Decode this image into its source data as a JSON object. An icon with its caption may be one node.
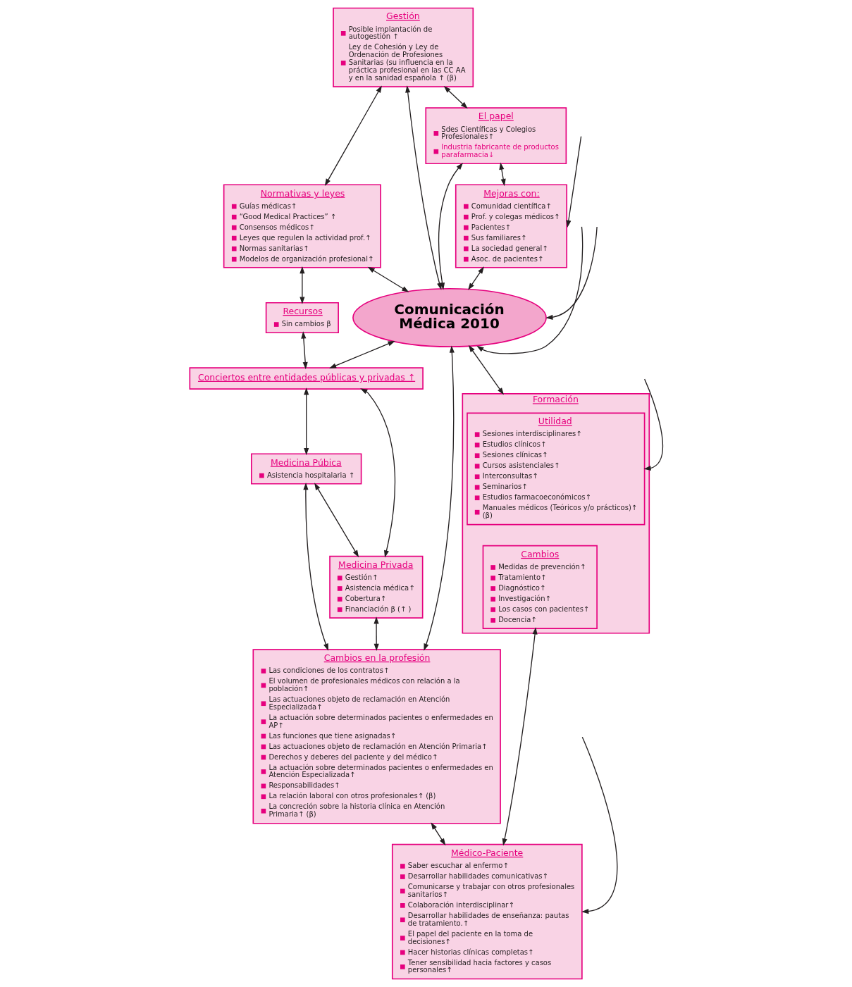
{
  "diagram": {
    "nodes": [
      {
        "text": [
          "Gestión",
          "Posible implantación de autogestión ↑",
          "Ley de Cohesión y Ley de Ordenación de Profesiones Sanitarias (su influencia en la práctica profesional en las CC AA y en la sanidad española ↑ (β)"
        ]
      },
      {
        "text": [
          "El papel",
          "Sdes Científicas y Colegios Profesionales↑",
          "Industria fabricante de productos parafarmacia↓"
        ]
      },
      {
        "text": [
          "Mejoras con:",
          "Comunidad científica↑",
          "Prof. y colegas médicos↑",
          "Pacientes↑",
          "Sus familiares↑",
          "La sociedad general↑",
          "Asoc. de pacientes↑"
        ]
      },
      {
        "text": [
          "Comunicación Médica 2010"
        ]
      },
      {
        "text": [
          "Normativas y leyes",
          "Guías médicas↑",
          "“Good Medical Practices” ↑",
          "Consensos médicos↑",
          "Leyes que regulen la actividad prof.↑",
          "Normas sanitarias↑",
          "Modelos de organización profesional↑"
        ]
      },
      {
        "text": [
          "Recursos",
          "Sin cambios β"
        ]
      },
      {
        "text": [
          "Conciertos entre entidades públicas y privadas ↑"
        ]
      },
      {
        "text": [
          "Formación"
        ]
      },
      {
        "text": [
          "Utilidad",
          "Sesiones interdisciplinares↑",
          "Estudios clínicos↑",
          "Sesiones clínicas↑",
          "Cursos asistenciales↑",
          "Interconsultas↑",
          "Seminarios↑",
          "Estudios farmacoeconómicos↑",
          "Manuales médicos (Teóricos y/o prácticos)↑ (β)"
        ],
        "in": 7
      },
      {
        "text": [
          "Cambios",
          "Medidas de prevención↑",
          "Tratamiento↑",
          "Diagnóstico↑",
          "Investigación↑",
          "Los casos con pacientes↑",
          "Docencia↑"
        ],
        "in": 7
      },
      {
        "text": [
          "Medicina Púbica",
          "Asistencia hospitalaria ↑"
        ]
      },
      {
        "text": [
          "Medicina Privada",
          "Gestión↑",
          "Asistencia médica↑",
          "Cobertura↑",
          "Financiación β (↑ )"
        ]
      },
      {
        "text": [
          "Cambios en la profesión",
          "Las condiciones de los contratos↑",
          "El volumen de profesionales médicos con relación a la población↑",
          "Las actuaciones objeto de reclamación en Atención Especializada↑",
          "La actuación sobre determinados pacientes o enfermedades en AP↑",
          "Las funciones que tiene asignadas↑",
          "Las actuaciones objeto de reclamación en Atención Primaria↑",
          "Derechos y deberes del paciente y del médico↑",
          "La actuación sobre determinados pacientes o enfermedades en Atención Especializada↑",
          "Responsabilidades↑",
          "La relación laboral con otros profesionales↑ (β)",
          "La concreción sobre la historia clínica en Atención Primaria↑ (β)"
        ]
      },
      {
        "text": [
          "Médico-Paciente",
          "Saber escuchar al enfermo↑",
          "Desarrollar habilidades comunicativas↑",
          "Comunicarse y trabajar con otros profesionales sanitarios↑",
          "Colaboración interdisciplinar↑",
          "Desarrollar habilidades de enseñanza: pautas de tratamiento.↑",
          "El papel del paciente en la toma de decisiones↑",
          "Hacer historias clínicas completas↑",
          "Tener sensibilidad hacia factores y casos personales↑"
        ]
      }
    ],
    "edges": [
      {
        "from": 0,
        "to": 1,
        "arrow": "both"
      },
      {
        "from": 1,
        "to": 2,
        "arrow": "both"
      },
      {
        "from": null,
        "to": 2,
        "arrow": "to"
      },
      {
        "from": 0,
        "to": 4,
        "arrow": "both"
      },
      {
        "from": 0,
        "to": 3,
        "arrow": "both"
      },
      {
        "from": 1,
        "to": 3,
        "arrow": "both"
      },
      {
        "from": 2,
        "to": 3,
        "arrow": "both"
      },
      {
        "from": null,
        "to": 3,
        "arrow": "to"
      },
      {
        "from": null,
        "to": 3,
        "arrow": "to"
      },
      {
        "from": 4,
        "to": 3,
        "arrow": "both"
      },
      {
        "from": 3,
        "to": 7,
        "arrow": "both"
      },
      {
        "from": 3,
        "to": 6,
        "arrow": "both"
      },
      {
        "from": 3,
        "to": 12,
        "arrow": "both"
      },
      {
        "from": 4,
        "to": 5,
        "arrow": "both"
      },
      {
        "from": 5,
        "to": 6,
        "arrow": "both"
      },
      {
        "from": null,
        "to": 8,
        "arrow": "to"
      },
      {
        "from": 6,
        "to": 10,
        "arrow": "both"
      },
      {
        "from": 6,
        "to": 11,
        "arrow": "both"
      },
      {
        "from": 10,
        "to": 11,
        "arrow": "both"
      },
      {
        "from": 10,
        "to": 12,
        "arrow": "both"
      },
      {
        "from": 11,
        "to": 12,
        "arrow": "both"
      },
      {
        "from": 9,
        "to": 13,
        "arrow": "both"
      },
      {
        "from": 12,
        "to": 13,
        "arrow": "both"
      },
      {
        "from": null,
        "to": 13,
        "arrow": "to"
      }
    ]
  }
}
